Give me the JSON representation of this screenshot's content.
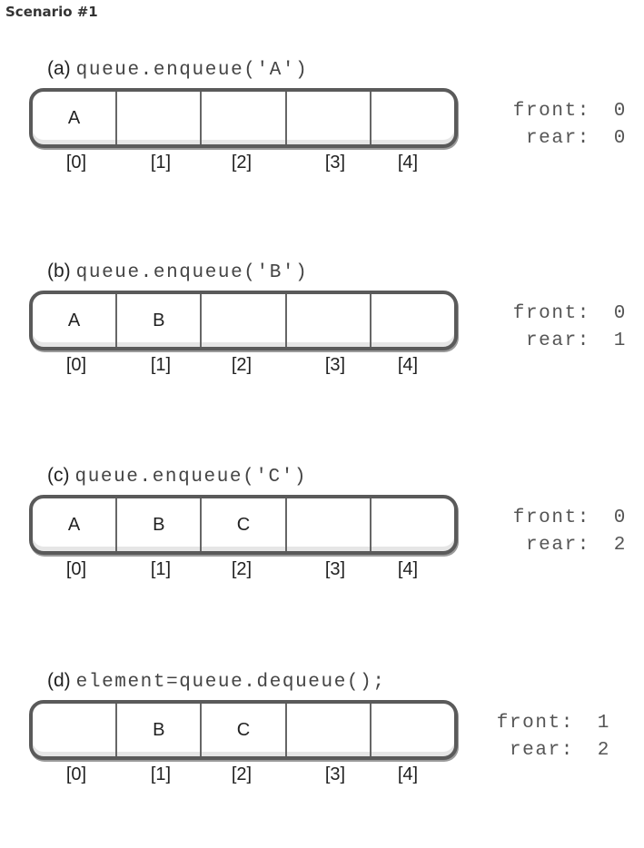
{
  "heading": "Scenario #1",
  "steps": [
    {
      "tag": "(a)",
      "code": "queue.enqueue('A')",
      "cells": [
        "A",
        "",
        "",
        "",
        ""
      ],
      "indices": [
        "[0]",
        "[1]",
        "[2]",
        "[3]",
        "[4]"
      ],
      "front_label": "front:",
      "front_value": "0",
      "rear_label": "rear:",
      "rear_value": "0"
    },
    {
      "tag": "(b)",
      "code": "queue.enqueue('B')",
      "cells": [
        "A",
        "B",
        "",
        "",
        ""
      ],
      "indices": [
        "[0]",
        "[1]",
        "[2]",
        "[3]",
        "[4]"
      ],
      "front_label": "front:",
      "front_value": "0",
      "rear_label": "rear:",
      "rear_value": "1"
    },
    {
      "tag": "(c)",
      "code": "queue.enqueue('C')",
      "cells": [
        "A",
        "B",
        "C",
        "",
        ""
      ],
      "indices": [
        "[0]",
        "[1]",
        "[2]",
        "[3]",
        "[4]"
      ],
      "front_label": "front:",
      "front_value": "0",
      "rear_label": "rear:",
      "rear_value": "2"
    },
    {
      "tag": "(d)",
      "code": "element=queue.dequeue();",
      "cells": [
        "",
        "B",
        "C",
        "",
        ""
      ],
      "indices": [
        "[0]",
        "[1]",
        "[2]",
        "[3]",
        "[4]"
      ],
      "front_label": "front:",
      "front_value": "1",
      "rear_label": "rear:",
      "rear_value": "2"
    }
  ]
}
